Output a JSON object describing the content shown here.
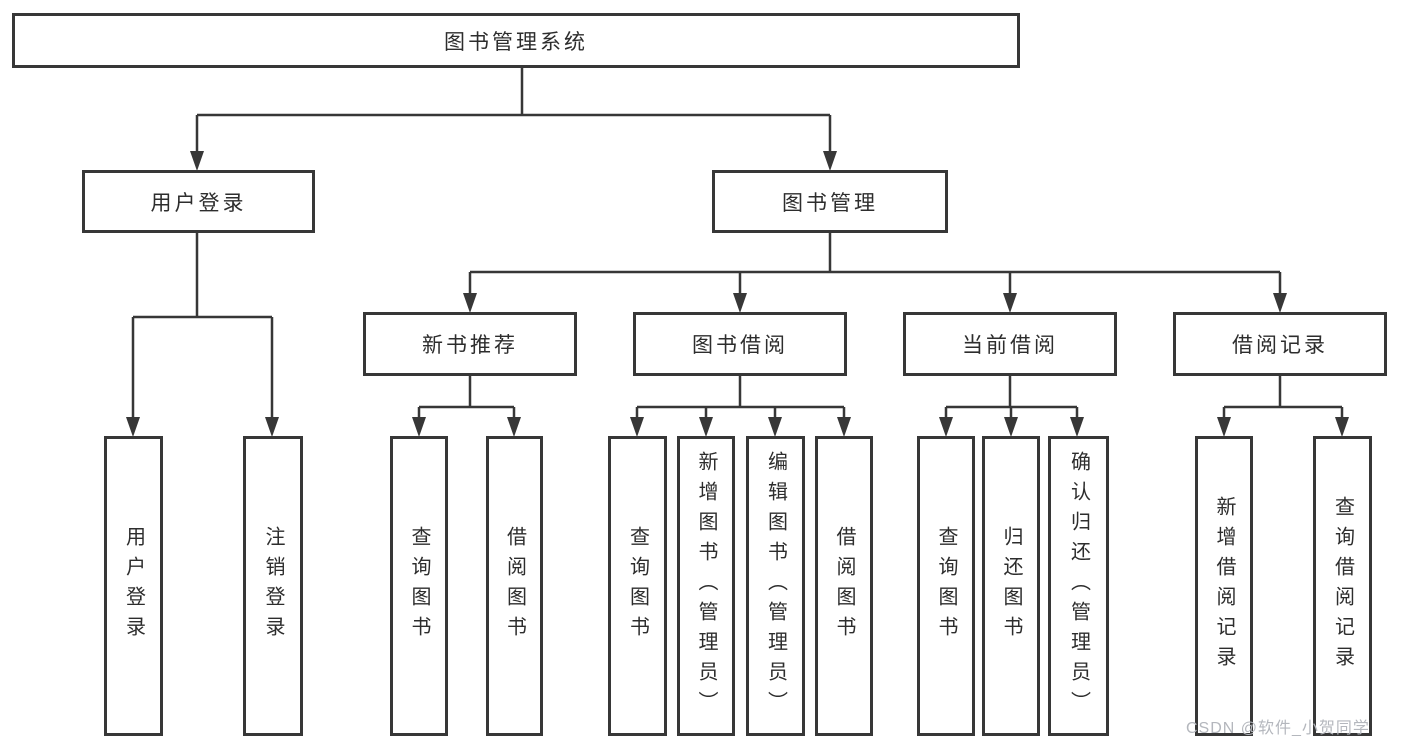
{
  "tree": {
    "label": "图书管理系统",
    "children": [
      {
        "label": "用户登录",
        "children": [
          {
            "label": "用户登录"
          },
          {
            "label": "注销登录"
          }
        ]
      },
      {
        "label": "图书管理",
        "children": [
          {
            "label": "新书推荐",
            "children": [
              {
                "label": "查询图书"
              },
              {
                "label": "借阅图书"
              }
            ]
          },
          {
            "label": "图书借阅",
            "children": [
              {
                "label": "查询图书"
              },
              {
                "label": "新增图书（管理员）"
              },
              {
                "label": "编辑图书（管理员）"
              },
              {
                "label": "借阅图书"
              }
            ]
          },
          {
            "label": "当前借阅",
            "children": [
              {
                "label": "查询图书"
              },
              {
                "label": "归还图书"
              },
              {
                "label": "确认归还（管理员）"
              }
            ]
          },
          {
            "label": "借阅记录",
            "children": [
              {
                "label": "新增借阅记录"
              },
              {
                "label": "查询借阅记录"
              }
            ]
          }
        ]
      }
    ]
  },
  "watermark": {
    "text": "CSDN @软件_小贺同学"
  },
  "colors": {
    "line": "#373737",
    "box_background": "#ffffff",
    "watermark": "#b4b7bd"
  }
}
